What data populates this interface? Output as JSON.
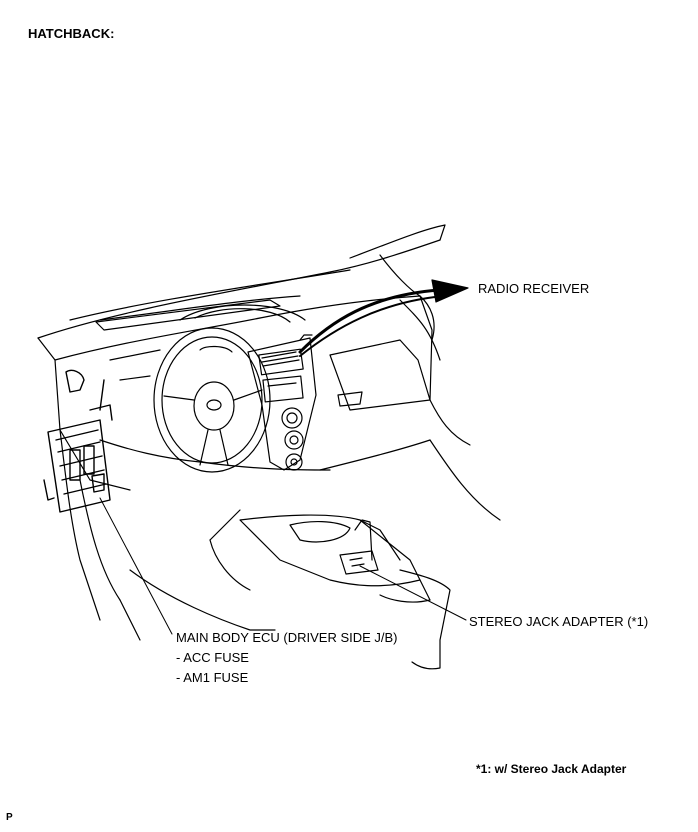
{
  "variant_title": "HATCHBACK:",
  "callouts": {
    "radio_receiver": "RADIO RECEIVER",
    "stereo_jack_adapter": "STEREO JACK ADAPTER (*1)",
    "main_body_ecu": "MAIN BODY ECU (DRIVER SIDE J/B)",
    "acc_fuse": "- ACC FUSE",
    "am1_fuse": "- AM1 FUSE"
  },
  "footnote": "*1: w/ Stereo Jack Adapter",
  "illustration_code": "P"
}
